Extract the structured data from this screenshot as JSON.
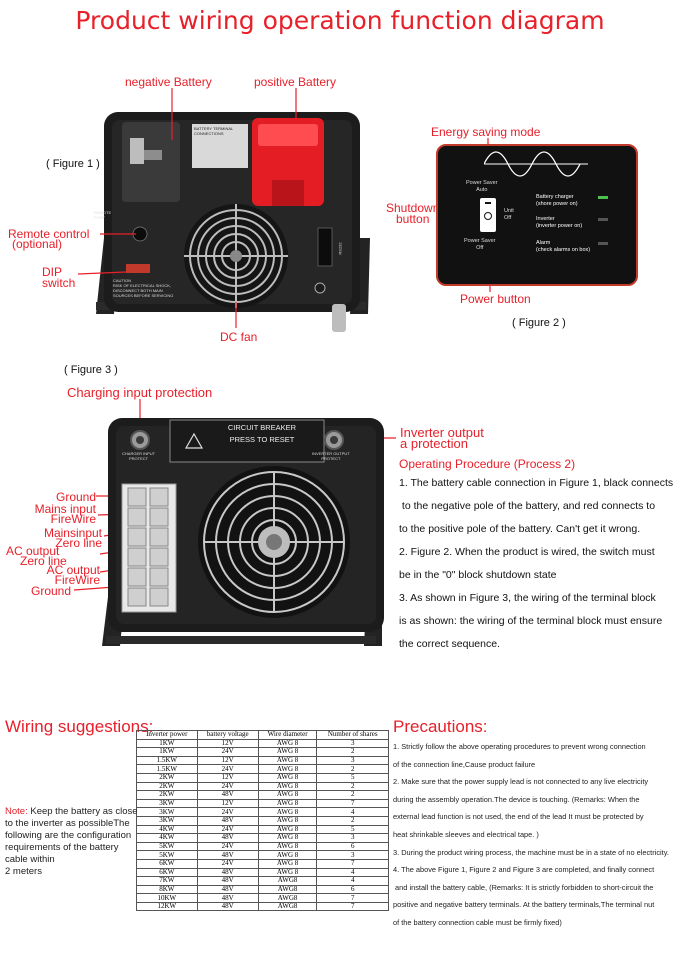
{
  "title": "Product wiring operation function diagram",
  "figure1": {
    "caption": "( Figure 1 )",
    "labels": {
      "negative_battery": "negative Battery",
      "positive_battery": "positive Battery",
      "remote_control_1": "Remote control",
      "remote_control_2": "(optional)",
      "dip_1": "DIP",
      "dip_2": "switch",
      "dc_fan": "DC fan"
    },
    "device_text": {
      "remote_port_1": "REMOTE",
      "remote_port_2": "PORT",
      "rs232": "RS232",
      "caution_1": "CAUTION",
      "caution_2": "RISK OF ELECTRICAL SHOCK,",
      "caution_3": "DISCONNECT BOTH MAIN",
      "caution_4": "SOURCES BEFORE SERVICING",
      "battery_terminal_1": "BATTERY TERMINAL",
      "battery_terminal_2": "CONNECTIONS"
    }
  },
  "figure2": {
    "caption": "( Figure 2 )",
    "labels": {
      "energy_saving": "Energy saving mode",
      "shutdown_1": "Shutdown",
      "shutdown_2": "button",
      "power_button": "Power button"
    },
    "panel_text": {
      "power_saver_auto_1": "Power Saver",
      "power_saver_auto_2": "Auto",
      "unit_1": "Unit",
      "unit_2": "Off",
      "power_saver_off_1": "Power Saver",
      "power_saver_off_2": "Off",
      "charger_1": "Battery charger",
      "charger_2": "(shore power on)",
      "inverter_1": "Inverter",
      "inverter_2": "(inverter power on)",
      "alarm_1": "Alarm",
      "alarm_2": "(check alarms on box)"
    }
  },
  "figure3": {
    "caption": "( Figure 3 )",
    "labels": {
      "charging_protection": "Charging input protection",
      "inverter_output_1": "Inverter output",
      "inverter_output_2": "a protection",
      "ground_top": "Ground",
      "mains_fire_1": "Mains input",
      "mains_fire_2": "FireWire",
      "mains_zero_1": "Mainsinput",
      "mains_zero_2": "Zero line",
      "ac_zero_1": "AC output",
      "ac_zero_2": "Zero line",
      "ac_fire_1": "AC output",
      "ac_fire_2": "FireWire",
      "ground_bottom": "Ground"
    },
    "device_text": {
      "circuit_breaker": "CIRCUIT BREAKER",
      "press_reset": "PRESS TO RESET",
      "charger_protect_1": "CHARGER INPUT",
      "charger_protect_2": "PROTECT",
      "inverter_protect_1": "INVERTER OUTPUT",
      "inverter_protect_2": "PROTECT"
    }
  },
  "procedure": {
    "title": "Operating Procedure (Process 2)",
    "lines": [
      "1. The battery cable connection in Figure 1, black connects",
      " to the negative pole of the battery, and red connects to",
      "to the positive pole of the battery. Can't get it wrong.",
      "2. Figure 2. When the product is wired, the switch must",
      "be in the \"0\" block shutdown state",
      "3. As shown in Figure 3, the wiring of the terminal block",
      "is as shown: the wiring of the terminal block must ensure",
      "the correct sequence."
    ]
  },
  "wiring": {
    "heading": "Wiring suggestions:",
    "columns": [
      "Inverter power",
      "battery voltage",
      "Wire diameter",
      "Number of shares"
    ],
    "rows": [
      [
        "1KW",
        "12V",
        "AWG 8",
        "3"
      ],
      [
        "1KW",
        "24V",
        "AWG 8",
        "2"
      ],
      [
        "1.5KW",
        "12V",
        "AWG 8",
        "3"
      ],
      [
        "1.5KW",
        "24V",
        "AWG 8",
        "2"
      ],
      [
        "2KW",
        "12V",
        "AWG 8",
        "5"
      ],
      [
        "2KW",
        "24V",
        "AWG 8",
        "2"
      ],
      [
        "2KW",
        "48V",
        "AWG 8",
        "2"
      ],
      [
        "3KW",
        "12V",
        "AWG 8",
        "7"
      ],
      [
        "3KW",
        "24V",
        "AWG 8",
        "4"
      ],
      [
        "3KW",
        "48V",
        "AWG 8",
        "2"
      ],
      [
        "4KW",
        "24V",
        "AWG 8",
        "5"
      ],
      [
        "4KW",
        "48V",
        "AWG 8",
        "3"
      ],
      [
        "5KW",
        "24V",
        "AWG 8",
        "6"
      ],
      [
        "5KW",
        "48V",
        "AWG 8",
        "3"
      ],
      [
        "6KW",
        "24V",
        "AWG 8",
        "7"
      ],
      [
        "6KW",
        "48V",
        "AWG 8",
        "4"
      ],
      [
        "7KW",
        "48V",
        "AWG8",
        "4"
      ],
      [
        "8KW",
        "48V",
        "AWG8",
        "6"
      ],
      [
        "10KW",
        "48V",
        "AWG8",
        "7"
      ],
      [
        "12KW",
        "48V",
        "AWG8",
        "7"
      ]
    ],
    "note_label": "Note:",
    "note_text": " Keep the battery as close to the inverter as possibleThe following are the configuration requirements of the battery cable within",
    "note_tail": " 2 meters"
  },
  "precautions": {
    "heading": "Precautions:",
    "lines": [
      "1. Strictly follow the above operating procedures to prevent wrong connection",
      "of the connection line,Cause product failure",
      "2. Make sure that the power supply lead is not connected to any live electricity",
      "during the assembly operation.The device is touching. (Remarks: When the",
      "external lead function is not used, the end of the lead It must be protected by",
      "heat shrinkable sleeves and electrical tape. )",
      "3. During the product wiring process, the machine must be in a state of no electricity.",
      "4. The above Figure 1, Figure 2 and Figure 3 are completed, and finally connect",
      " and install the battery cable, (Remarks: It is strictly forbidden to short-circuit the",
      "positive and negative battery terminals. At the battery terminals,The terminal nut",
      "of the battery connection cable must be firmly fixed)"
    ]
  },
  "colors": {
    "accent_red": "#e8202a",
    "device_black": "#1c1c1c",
    "panel_green": "#4ec04e"
  }
}
